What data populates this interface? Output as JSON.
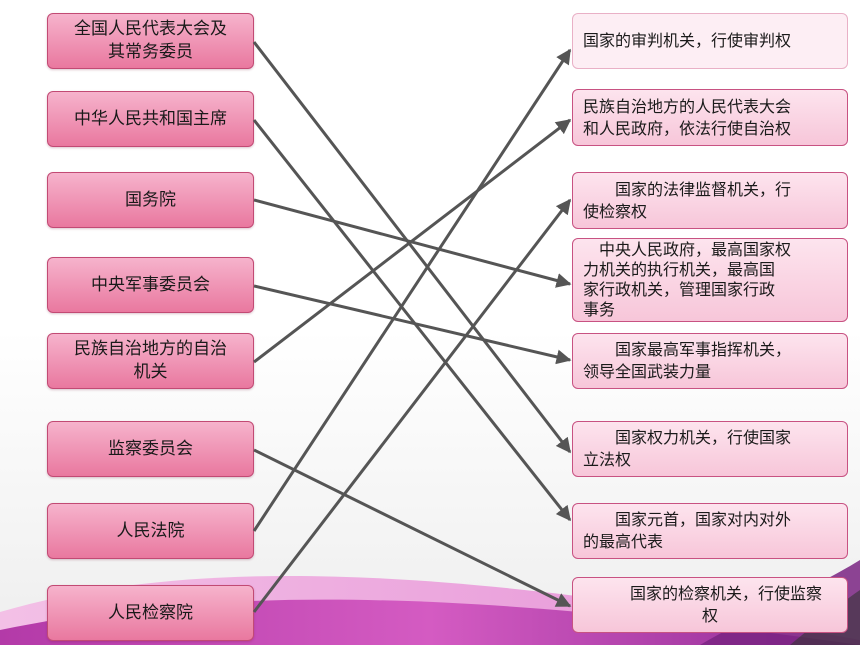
{
  "left_items": [
    {
      "id": "npc",
      "label": "全国人民代表大会及\n其常务委员"
    },
    {
      "id": "president",
      "label": "中华人民共和国主席"
    },
    {
      "id": "state-council",
      "label": "国务院"
    },
    {
      "id": "cmc",
      "label": "中央军事委员会"
    },
    {
      "id": "autonomous",
      "label": "民族自治地方的自治\n机关"
    },
    {
      "id": "supervision",
      "label": "监察委员会"
    },
    {
      "id": "court",
      "label": "人民法院"
    },
    {
      "id": "procuratorate",
      "label": "人民检察院"
    }
  ],
  "right_items": [
    {
      "id": "judicial",
      "label": "国家的审判机关，行使审判权"
    },
    {
      "id": "autonomy-right",
      "label": "民族自治地方的人民代表大会\n和人民政府，依法行使自治权"
    },
    {
      "id": "legal-supervision",
      "label": "　　国家的法律监督机关，行\n使检察权"
    },
    {
      "id": "central-gov",
      "label": "　中央人民政府，最高国家权\n力机关的执行机关，最高国\n家行政机关，管理国家行政\n事务"
    },
    {
      "id": "military",
      "label": "　　国家最高军事指挥机关，\n领导全国武装力量"
    },
    {
      "id": "legislative",
      "label": "　　国家权力机关，行使国家\n立法权"
    },
    {
      "id": "head-of-state",
      "label": "　　国家元首，国家对内对外\n的最高代表"
    },
    {
      "id": "supervisory",
      "label": "　　国家的检察机关，行使监察\n权"
    }
  ],
  "connections": [
    {
      "from": "npc",
      "to": "legislative"
    },
    {
      "from": "president",
      "to": "head-of-state"
    },
    {
      "from": "state-council",
      "to": "central-gov"
    },
    {
      "from": "cmc",
      "to": "military"
    },
    {
      "from": "autonomous",
      "to": "autonomy-right"
    },
    {
      "from": "supervision",
      "to": "supervisory"
    },
    {
      "from": "court",
      "to": "judicial"
    },
    {
      "from": "procuratorate",
      "to": "legal-supervision"
    }
  ],
  "colors": {
    "arrow": "#555555",
    "left_box": "#ee8fb0",
    "right_box": "#fad4e3",
    "wave_purple": "#9b2a9e",
    "wave_pink": "#e77fd0"
  }
}
